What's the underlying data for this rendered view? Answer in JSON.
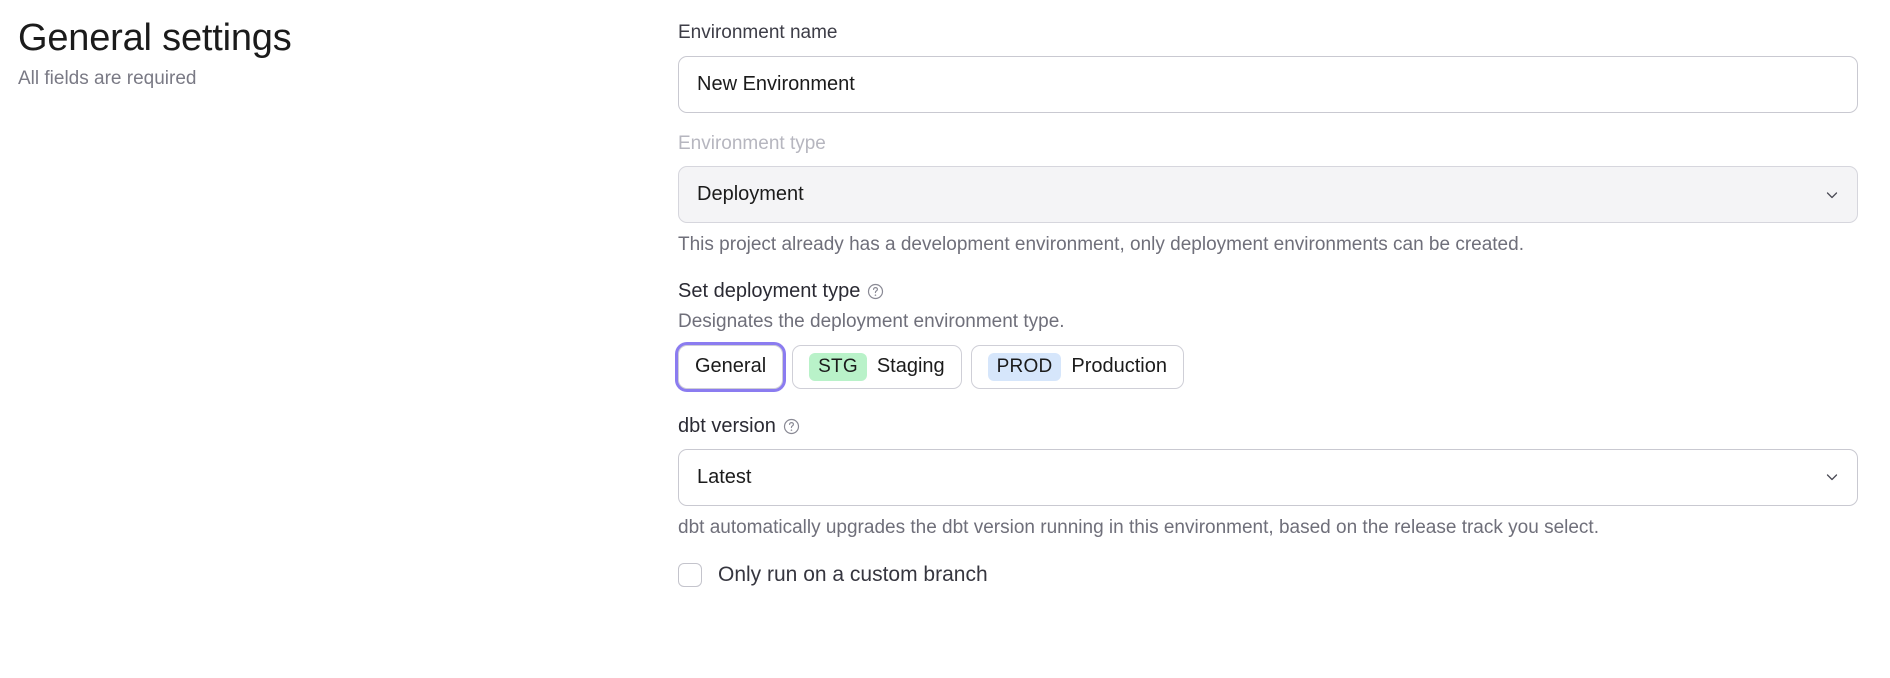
{
  "left": {
    "title": "General settings",
    "subtitle": "All fields are required"
  },
  "form": {
    "environment_name": {
      "label": "Environment name",
      "value": "New Environment",
      "placeholder": "Environment name"
    },
    "environment_type": {
      "label": "Environment type",
      "value": "Deployment",
      "help_text": "This project already has a development environment, only deployment environments can be created.",
      "chevron_icon": "chevron-down-icon",
      "disabled": true
    },
    "deployment_type": {
      "heading": "Set deployment type",
      "help_icon": "question-circle-icon",
      "description": "Designates the deployment environment type.",
      "options": [
        {
          "badge": "",
          "label": "General",
          "focused": true
        },
        {
          "badge": "STG",
          "label": "Staging",
          "focused": false
        },
        {
          "badge": "PROD",
          "label": "Production",
          "focused": false
        }
      ]
    },
    "dbt_version": {
      "heading": "dbt version",
      "help_icon": "question-circle-icon",
      "value": "Latest",
      "chevron_icon": "chevron-down-icon",
      "help_text": "dbt automatically upgrades the dbt version running in this environment, based on the release track you select."
    },
    "custom_branch": {
      "label": "Only run on a custom branch",
      "checked": false
    }
  },
  "colors": {
    "focus_ring": "#8b7cf0",
    "badge_stg_bg": "#b9f2c9",
    "badge_prod_bg": "#d6e6fb",
    "muted_text": "#6f6f7a",
    "disabled_label": "#b6b6bf"
  }
}
